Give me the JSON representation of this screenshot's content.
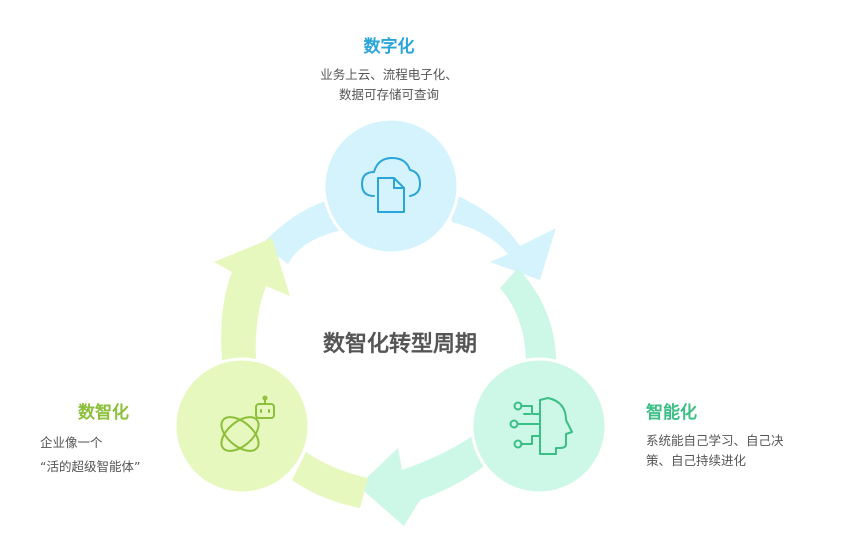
{
  "center_title": "数智化转型周期",
  "stages": {
    "digitization": {
      "title": "数字化",
      "desc_line1": "业务上云、流程电子化、",
      "desc_line2": "数据可存储可查询",
      "icon": "cloud-document-icon",
      "color": "#2aa5d8"
    },
    "intelligentization": {
      "title": "智能化",
      "desc_line1": "系统能自己学习、自己决",
      "desc_line2": "策、自己持续进化",
      "icon": "ai-head-circuit-icon",
      "color": "#3cbf86"
    },
    "digital_intelligence": {
      "title": "数智化",
      "desc_line1": "企业像一个",
      "desc_line2": "“活的超级智能体”",
      "icon": "robot-orbit-icon",
      "color": "#8cbf3a"
    }
  },
  "colors": {
    "blue_fill": "#d4f3fd",
    "green_fill": "#cdf7e6",
    "lime_fill": "#e7f8be"
  }
}
